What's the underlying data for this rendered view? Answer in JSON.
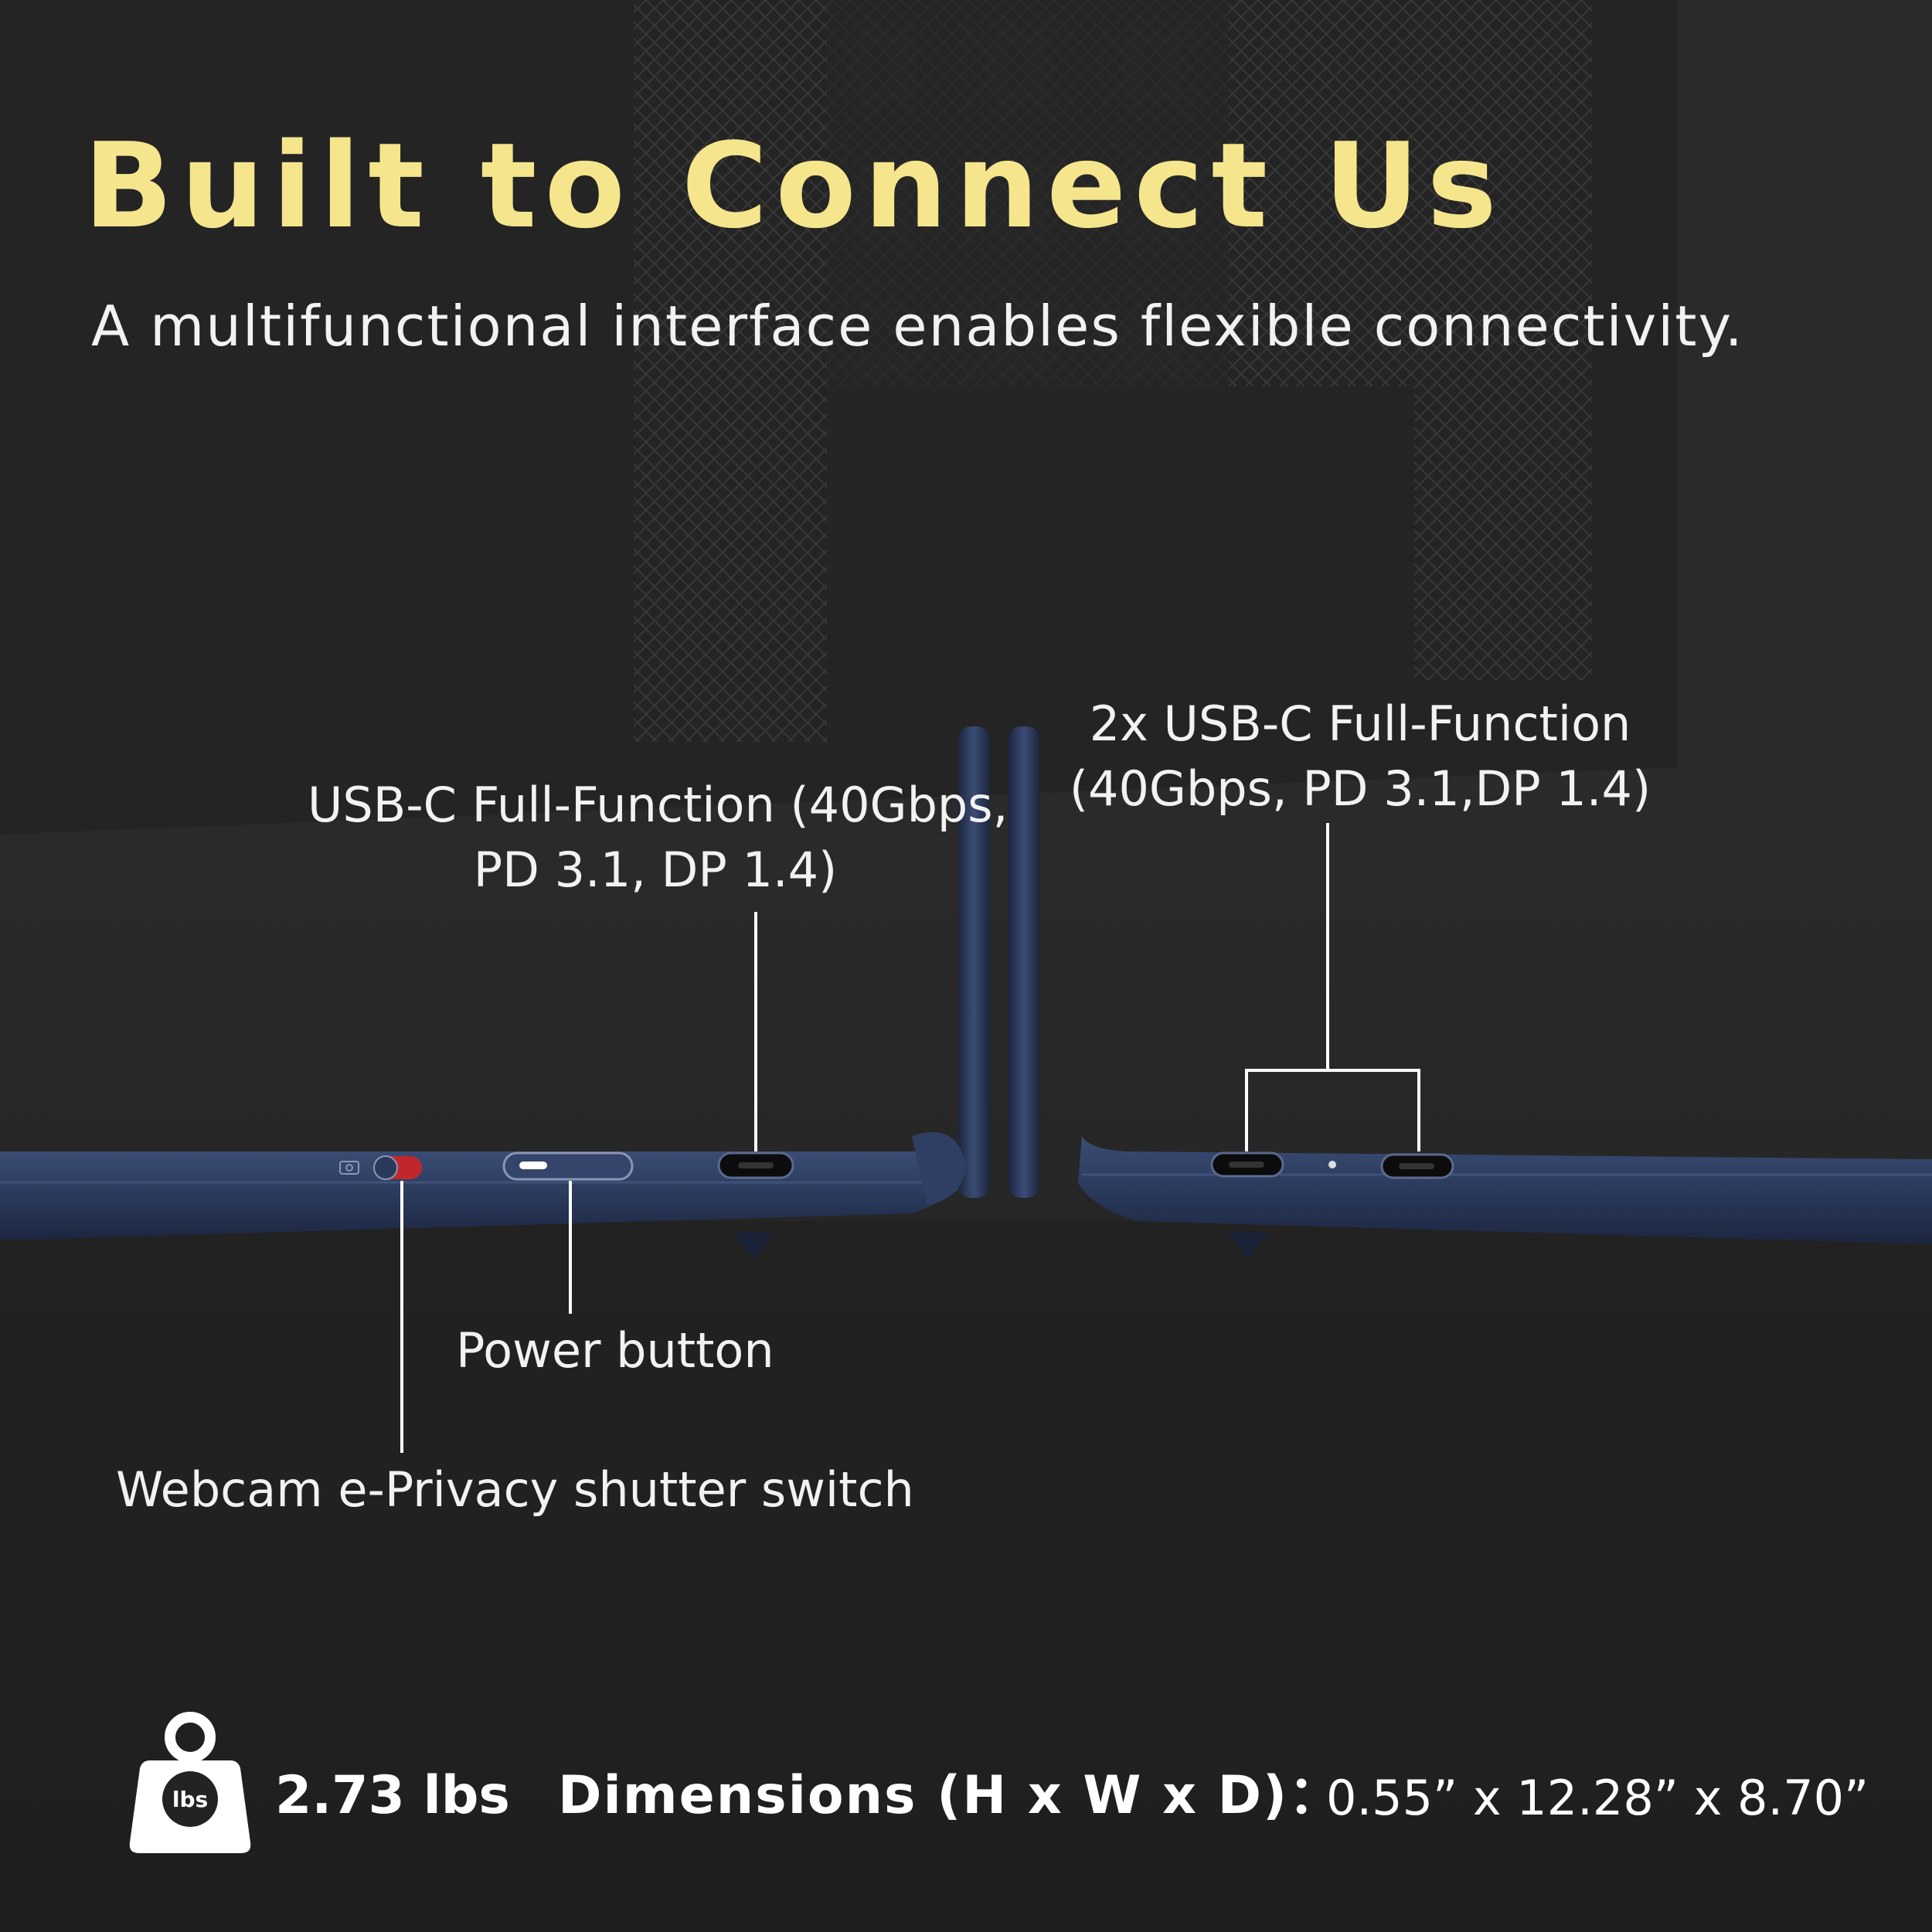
{
  "title": "Built to Connect Us",
  "subtitle": "A multifunctional interface enables flexible connectivity.",
  "callouts": {
    "left_usbc_line1": "USB-C Full-Function (40Gbps,",
    "left_usbc_line2": "PD 3.1, DP 1.4)",
    "right_usbc_line1": "2x USB-C Full-Function",
    "right_usbc_line2": "(40Gbps, PD 3.1,DP 1.4)",
    "power_button": "Power button",
    "webcam_switch": "Webcam e-Privacy shutter switch"
  },
  "specs": {
    "weight_icon_label": "lbs",
    "weight": "2.73 lbs",
    "dimensions_label": "Dimensions (H x W x D)：",
    "dimensions_value": "0.55” x 12.28” x 8.70”"
  },
  "colors": {
    "background": "#232323",
    "title": "#f5e58c",
    "text": "#f2f2f2",
    "laptop_body": "#2a3a5c",
    "privacy_switch": "#c0272d"
  },
  "icons": [
    "weight-icon",
    "camera-icon"
  ]
}
